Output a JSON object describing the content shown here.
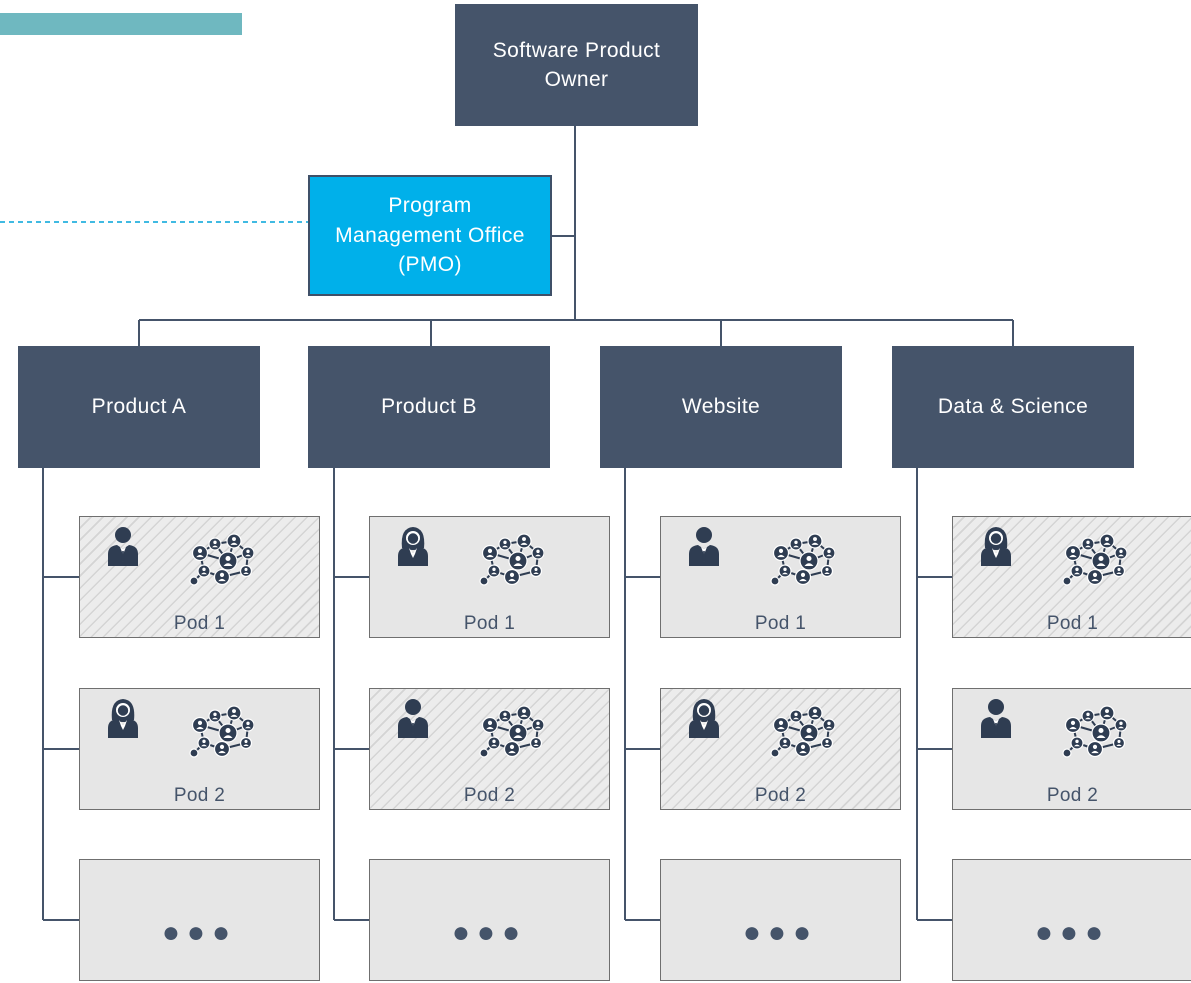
{
  "owner": {
    "label": "Software Product Owner"
  },
  "pmo": {
    "label": "Program Management Office (PMO)"
  },
  "columns": [
    {
      "title": "Product A",
      "pods": [
        {
          "label": "Pod 1",
          "hatched": true,
          "person": "male-person-icon"
        },
        {
          "label": "Pod 2",
          "hatched": false,
          "person": "female-person-icon"
        }
      ],
      "more": "..."
    },
    {
      "title": "Product B",
      "pods": [
        {
          "label": "Pod 1",
          "hatched": false,
          "person": "female-person-icon"
        },
        {
          "label": "Pod 2",
          "hatched": true,
          "person": "male-person-icon"
        }
      ],
      "more": "..."
    },
    {
      "title": "Website",
      "pods": [
        {
          "label": "Pod 1",
          "hatched": false,
          "person": "male-person-icon"
        },
        {
          "label": "Pod 2",
          "hatched": true,
          "person": "female-person-icon"
        }
      ],
      "more": "..."
    },
    {
      "title": "Data & Science",
      "pods": [
        {
          "label": "Pod 1",
          "hatched": true,
          "person": "female-person-icon"
        },
        {
          "label": "Pod 2",
          "hatched": false,
          "person": "male-person-icon"
        }
      ],
      "more": "..."
    }
  ],
  "colors": {
    "dark_box": "#45546a",
    "pmo": "#00b0ea",
    "accent_bar": "#6fb8c0",
    "pod_fill": "#e6e6e6",
    "dashed_line": "#00a3d9"
  }
}
